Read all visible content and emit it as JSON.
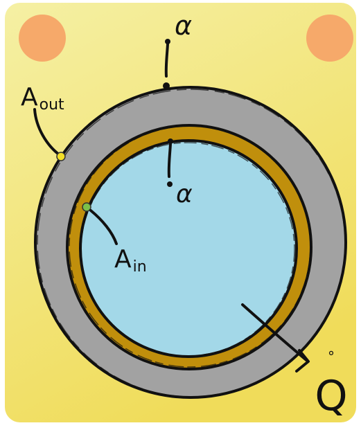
{
  "colors": {
    "card_top": "#f5f0a4",
    "card_bottom": "#f0dc5a",
    "corner_dot": "#f6a96a",
    "outer_ring": "#a2a2a2",
    "inner_ring": "#c08f0c",
    "fluid": "#a3d8e8",
    "outline": "#111111",
    "point_out": "#f3df28",
    "point_in": "#7cc04a"
  },
  "labels": {
    "a_out": {
      "base": "A",
      "sub": "out"
    },
    "a_in": {
      "base": "A",
      "sub": "in"
    },
    "alpha_outer": "α",
    "alpha_inner": "α",
    "flow": {
      "base": "Q",
      "accent": "°"
    }
  }
}
